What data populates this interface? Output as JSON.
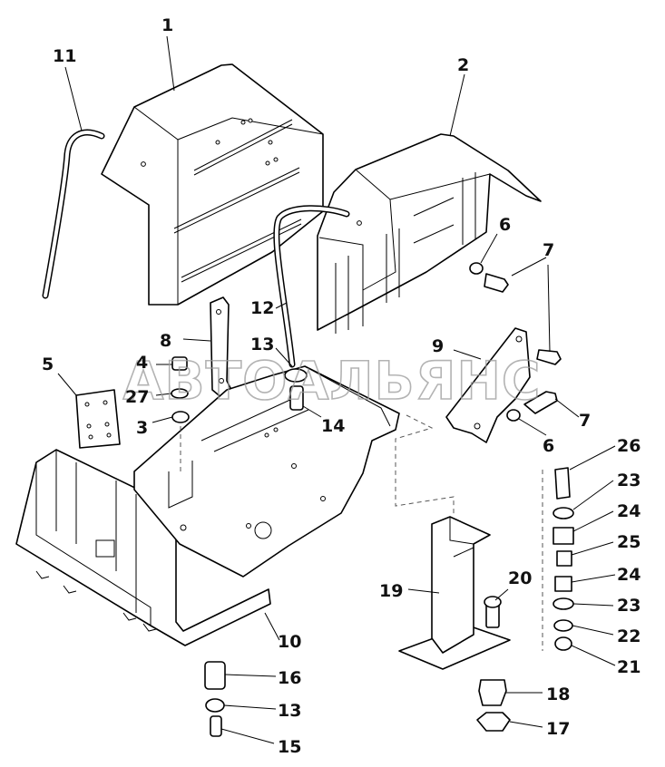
{
  "watermark": "АВТОАЛЬЯНС",
  "callouts": [
    {
      "id": "c1",
      "text": "1"
    },
    {
      "id": "c2",
      "text": "2"
    },
    {
      "id": "c11",
      "text": "11"
    },
    {
      "id": "c6a",
      "text": "6"
    },
    {
      "id": "c7a",
      "text": "7"
    },
    {
      "id": "c12",
      "text": "12"
    },
    {
      "id": "c8",
      "text": "8"
    },
    {
      "id": "c13a",
      "text": "13"
    },
    {
      "id": "c9",
      "text": "9"
    },
    {
      "id": "c5",
      "text": "5"
    },
    {
      "id": "c4",
      "text": "4"
    },
    {
      "id": "c27",
      "text": "27"
    },
    {
      "id": "c3",
      "text": "3"
    },
    {
      "id": "c14",
      "text": "14"
    },
    {
      "id": "c7b",
      "text": "7"
    },
    {
      "id": "c6b",
      "text": "6"
    },
    {
      "id": "c26",
      "text": "26"
    },
    {
      "id": "c23a",
      "text": "23"
    },
    {
      "id": "c24a",
      "text": "24"
    },
    {
      "id": "c25",
      "text": "25"
    },
    {
      "id": "c20",
      "text": "20"
    },
    {
      "id": "c19",
      "text": "19"
    },
    {
      "id": "c24b",
      "text": "24"
    },
    {
      "id": "c23b",
      "text": "23"
    },
    {
      "id": "c22",
      "text": "22"
    },
    {
      "id": "c10",
      "text": "10"
    },
    {
      "id": "c21",
      "text": "21"
    },
    {
      "id": "c16",
      "text": "16"
    },
    {
      "id": "c18",
      "text": "18"
    },
    {
      "id": "c13b",
      "text": "13"
    },
    {
      "id": "c17",
      "text": "17"
    },
    {
      "id": "c15",
      "text": "15"
    }
  ]
}
